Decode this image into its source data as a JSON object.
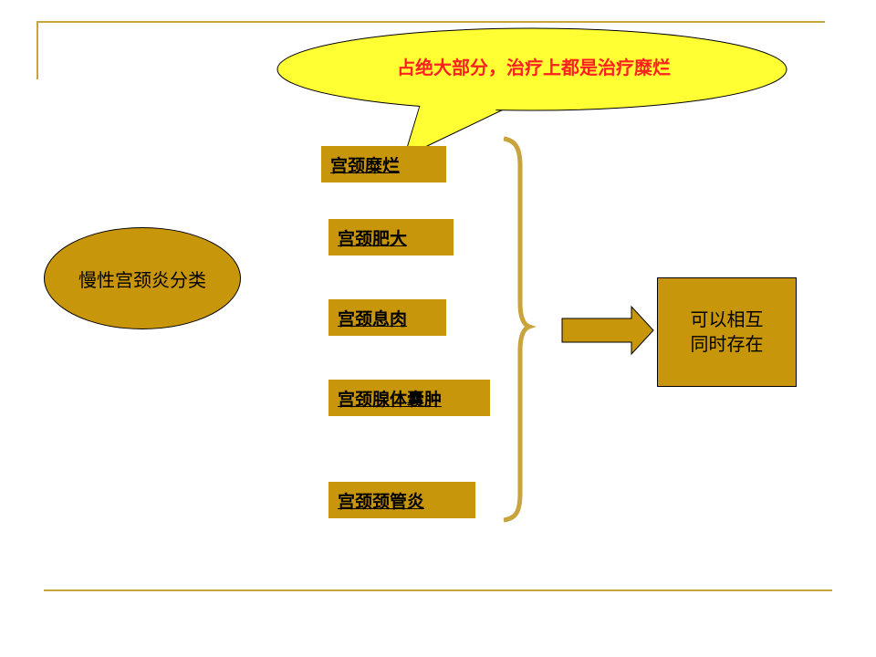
{
  "callout": {
    "text": "占绝大部分，治疗上都是治疗糜烂"
  },
  "category": {
    "text": "慢性宫颈炎分类"
  },
  "types": [
    {
      "label": "宫颈糜烂"
    },
    {
      "label": "宫颈肥大"
    },
    {
      "label": "宫颈息肉"
    },
    {
      "label": "宫颈腺体囊肿"
    },
    {
      "label": "宫颈颈管炎"
    }
  ],
  "result": {
    "line1": "可以相互",
    "line2": "同时存在"
  },
  "colors": {
    "accent": "#c8960a",
    "rule": "#c8a43c",
    "callout_fill": "#ffff33",
    "callout_text": "#ff2020"
  }
}
